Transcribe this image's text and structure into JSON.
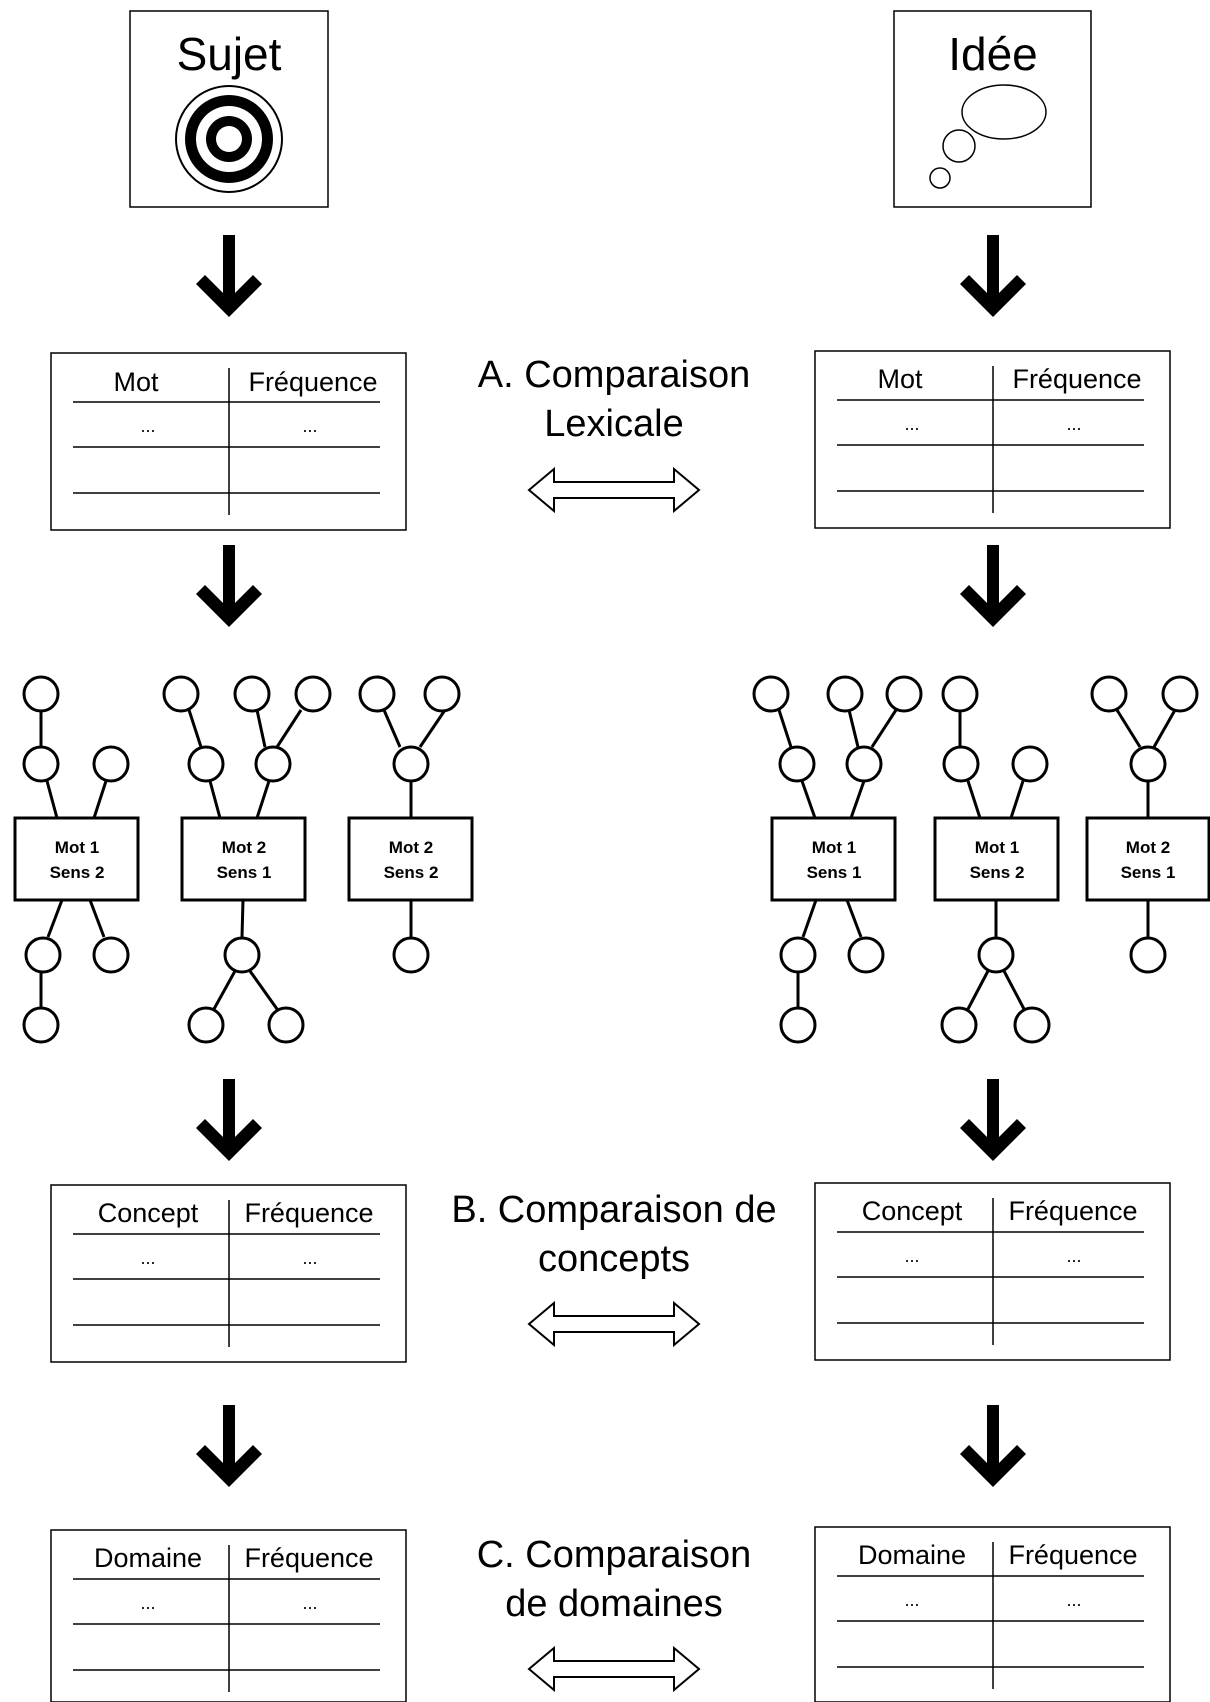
{
  "subject_box": {
    "label": "Sujet",
    "icon": "target-icon"
  },
  "idea_box": {
    "label": "Idée",
    "icon": "thought-bubble-icon"
  },
  "tables": {
    "word": {
      "col1": "Mot",
      "col2": "Fréquence",
      "cell1": "...",
      "cell2": "..."
    },
    "concept": {
      "col1": "Concept",
      "col2": "Fréquence",
      "cell1": "...",
      "cell2": "..."
    },
    "domain": {
      "col1": "Domaine",
      "col2": "Fréquence",
      "cell1": "...",
      "cell2": "..."
    }
  },
  "comparisons": {
    "a": {
      "line1": "A. Comparaison",
      "line2": "Lexicale"
    },
    "b": {
      "line1": "B. Comparaison de",
      "line2": "concepts"
    },
    "c": {
      "line1": "C. Comparaison",
      "line2": "de domaines"
    }
  },
  "sense_nodes": {
    "left": [
      {
        "word": "Mot 1",
        "sense": "Sens 2"
      },
      {
        "word": "Mot 2",
        "sense": "Sens 1"
      },
      {
        "word": "Mot 2",
        "sense": "Sens 2"
      }
    ],
    "right": [
      {
        "word": "Mot 1",
        "sense": "Sens 1"
      },
      {
        "word": "Mot 1",
        "sense": "Sens 2"
      },
      {
        "word": "Mot 2",
        "sense": "Sens 1"
      }
    ]
  }
}
